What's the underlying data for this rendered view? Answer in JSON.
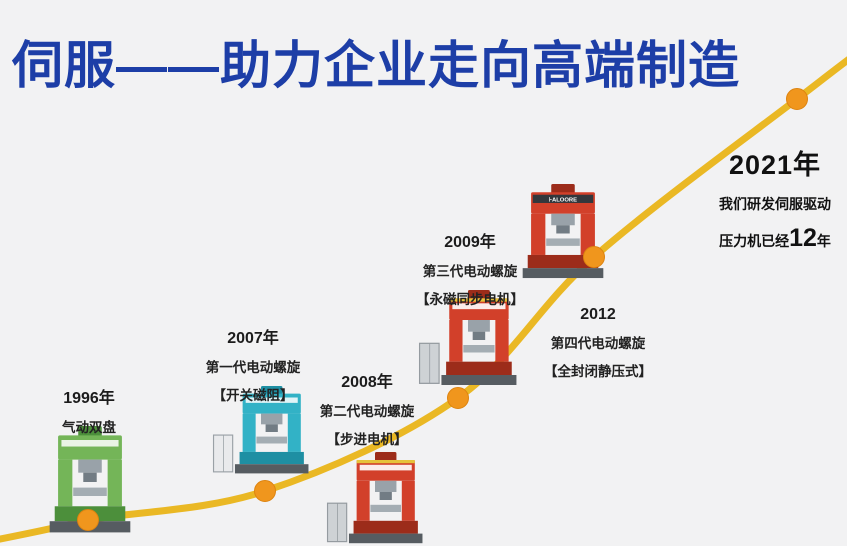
{
  "page": {
    "background": "#f2f2f3"
  },
  "title": {
    "text": "伺服——助力企业走向高端制造",
    "color": "#1d3ea7"
  },
  "curve": {
    "color": "#eab824",
    "dot_color": "#f0961d"
  },
  "milestones": [
    {
      "year": "1996年",
      "name": "气动双盘",
      "detail": ""
    },
    {
      "year": "2007年",
      "name": "第一代电动螺旋",
      "detail": "【开关磁阻】"
    },
    {
      "year": "2008年",
      "name": "第二代电动螺旋",
      "detail": "【步进电机】"
    },
    {
      "year": "2009年",
      "name": "第三代电动螺旋",
      "detail": "【永磁同步电机】"
    },
    {
      "year": "2012",
      "name": "第四代电动螺旋",
      "detail": "【全封闭静压式】"
    }
  ],
  "summary": {
    "year": "2021年",
    "line1": "我们研发伺服驱动",
    "line2_prefix": "压力机已经",
    "line2_number": "12",
    "line2_suffix": "年"
  },
  "machines": [
    {
      "name": "press-1996",
      "color": "#74b558",
      "dark": "#4c8f3b"
    },
    {
      "name": "press-2007",
      "color": "#32b2c6",
      "dark": "#1e8fa3"
    },
    {
      "name": "press-2008",
      "color": "#d2402a",
      "dark": "#9c2c1a"
    },
    {
      "name": "press-2009",
      "color": "#d2402a",
      "dark": "#9c2c1a"
    },
    {
      "name": "press-2012",
      "color": "#d2402a",
      "dark": "#9c2c1a",
      "brand": "⊦ALOORE"
    }
  ]
}
